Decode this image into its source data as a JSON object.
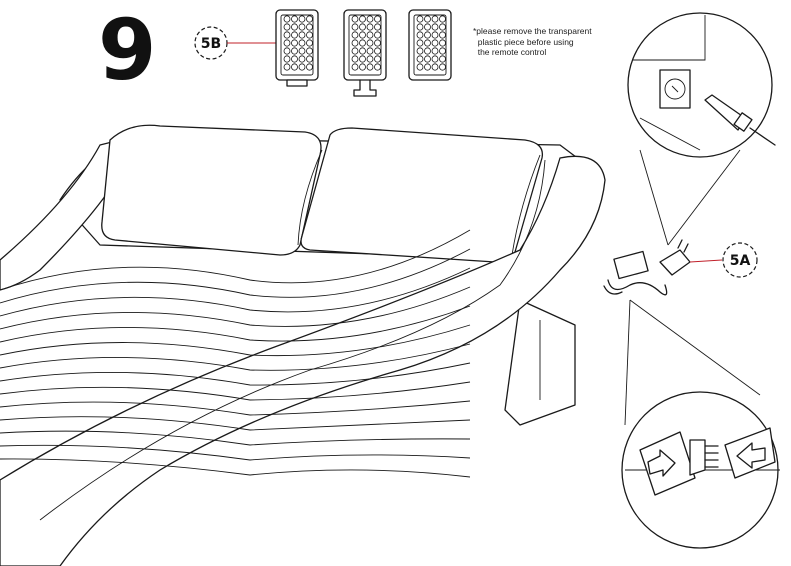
{
  "step": {
    "number": "9"
  },
  "callouts": {
    "remote": "5B",
    "adapter": "5A"
  },
  "note": {
    "text": "*please remove the transparent\n  plastic piece before using\n  the remote control"
  },
  "colors": {
    "line": "#1a1a1a",
    "accent_leader": "#c0202a"
  },
  "icons": [
    "bed-icon",
    "remote-icon",
    "power-adapter-icon",
    "wall-socket-icon",
    "connector-icon",
    "arrow-icon"
  ]
}
